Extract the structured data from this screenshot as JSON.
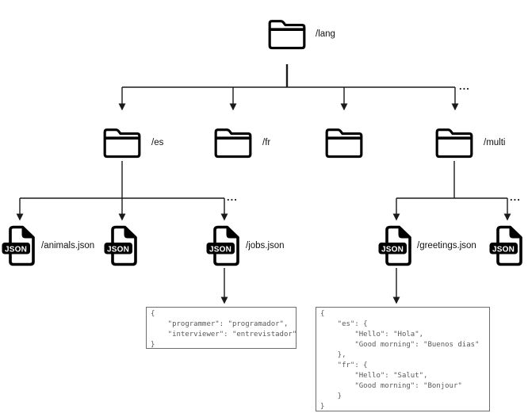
{
  "diagram": {
    "ellipsis": "...",
    "root": {
      "label": "/lang"
    },
    "folders": [
      {
        "label": "/es"
      },
      {
        "label": "/fr"
      },
      {
        "label": ""
      },
      {
        "label": "/multi"
      }
    ],
    "files": [
      {
        "badge": "JSON",
        "label": "/animals.json"
      },
      {
        "badge": "JSON",
        "label": ""
      },
      {
        "badge": "JSON",
        "label": "/jobs.json"
      },
      {
        "badge": "JSON",
        "label": "/greetings.json"
      },
      {
        "badge": "JSON",
        "label": ""
      }
    ],
    "code_boxes": [
      {
        "text": "{\n    \"programmer\": \"programador\",\n    \"interviewer\": \"entrevistador\"\n}"
      },
      {
        "text": "{\n    \"es\": {\n        \"Hello\": \"Hola\",\n        \"Good morning\": \"Buenos dias\"\n    },\n    \"fr\": {\n        \"Hello\": \"Salut\",\n        \"Good morning\": \"Bonjour\"\n    }\n}"
      }
    ]
  }
}
